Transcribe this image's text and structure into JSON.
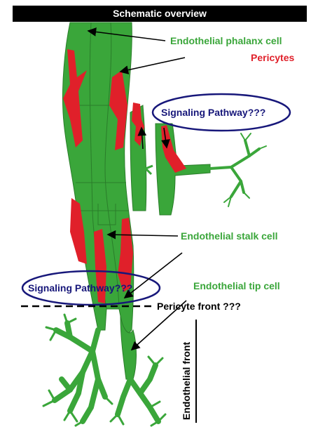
{
  "title": "Schematic overview",
  "labels": {
    "phalanx": "Endothelial phalanx cell",
    "pericytes": "Pericytes",
    "signaling_top": "Signaling Pathway???",
    "stalk": "Endothelial stalk cell",
    "signaling_bottom": "Signaling Pathway???",
    "tip": "Endothelial tip cell",
    "pericyte_front": "Pericyte front ???",
    "endothelial_front": "Endothelial front"
  },
  "colors": {
    "endothelial": "#3aa63a",
    "pericyte": "#e0202a",
    "pathway_ellipse": "#17177a",
    "background": "#ffffff"
  }
}
